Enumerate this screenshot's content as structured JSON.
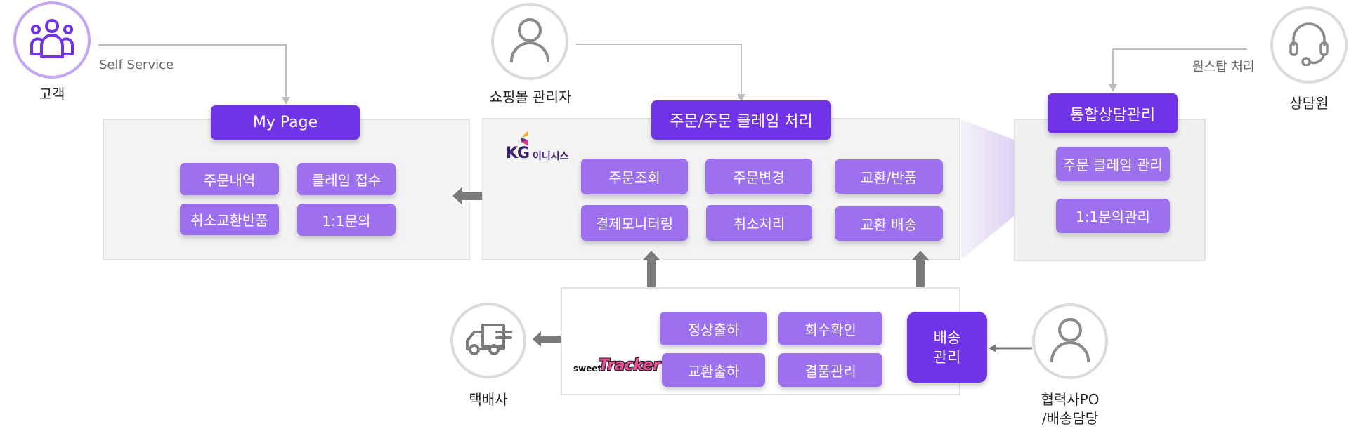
{
  "actors": {
    "customer": {
      "label": "고객",
      "icon": "users-group-icon"
    },
    "mall_admin": {
      "label": "쇼핑몰 관리자",
      "icon": "user-icon"
    },
    "counselor": {
      "label": "상담원",
      "icon": "headset-icon"
    },
    "courier": {
      "label": "택배사",
      "icon": "delivery-truck-icon"
    },
    "partner": {
      "label_line1": "협력사PO",
      "label_line2": "/배송담당",
      "icon": "user-icon"
    }
  },
  "flows": {
    "self_service": "Self Service",
    "one_stop": "원스탑 처리"
  },
  "mypage": {
    "title": "My Page",
    "items": [
      "주문내역",
      "클레임 접수",
      "취소교환반품",
      "1:1문의"
    ]
  },
  "order_claim": {
    "title": "주문/주문 클레임 처리",
    "logo_main": "KG",
    "logo_sub": "이니시스",
    "items": [
      "주문조회",
      "주문변경",
      "교환/반품",
      "결제모니터링",
      "취소처리",
      "교환 배송"
    ]
  },
  "consult": {
    "title": "통합상담관리",
    "items": [
      "주문 클레임 관리",
      "1:1문의관리"
    ]
  },
  "delivery": {
    "logo_sweet": "sweet",
    "logo_tracker": "Tracker",
    "items": [
      "정상출하",
      "회수확인",
      "교환출하",
      "결품관리"
    ],
    "manage_label": "배송\n관리"
  },
  "colors": {
    "primary": "#7033e6",
    "item": "#9c70ee",
    "panel": "#f3f3f3",
    "arrow": "#7a7a7a",
    "connector": "#bdbdbd"
  }
}
